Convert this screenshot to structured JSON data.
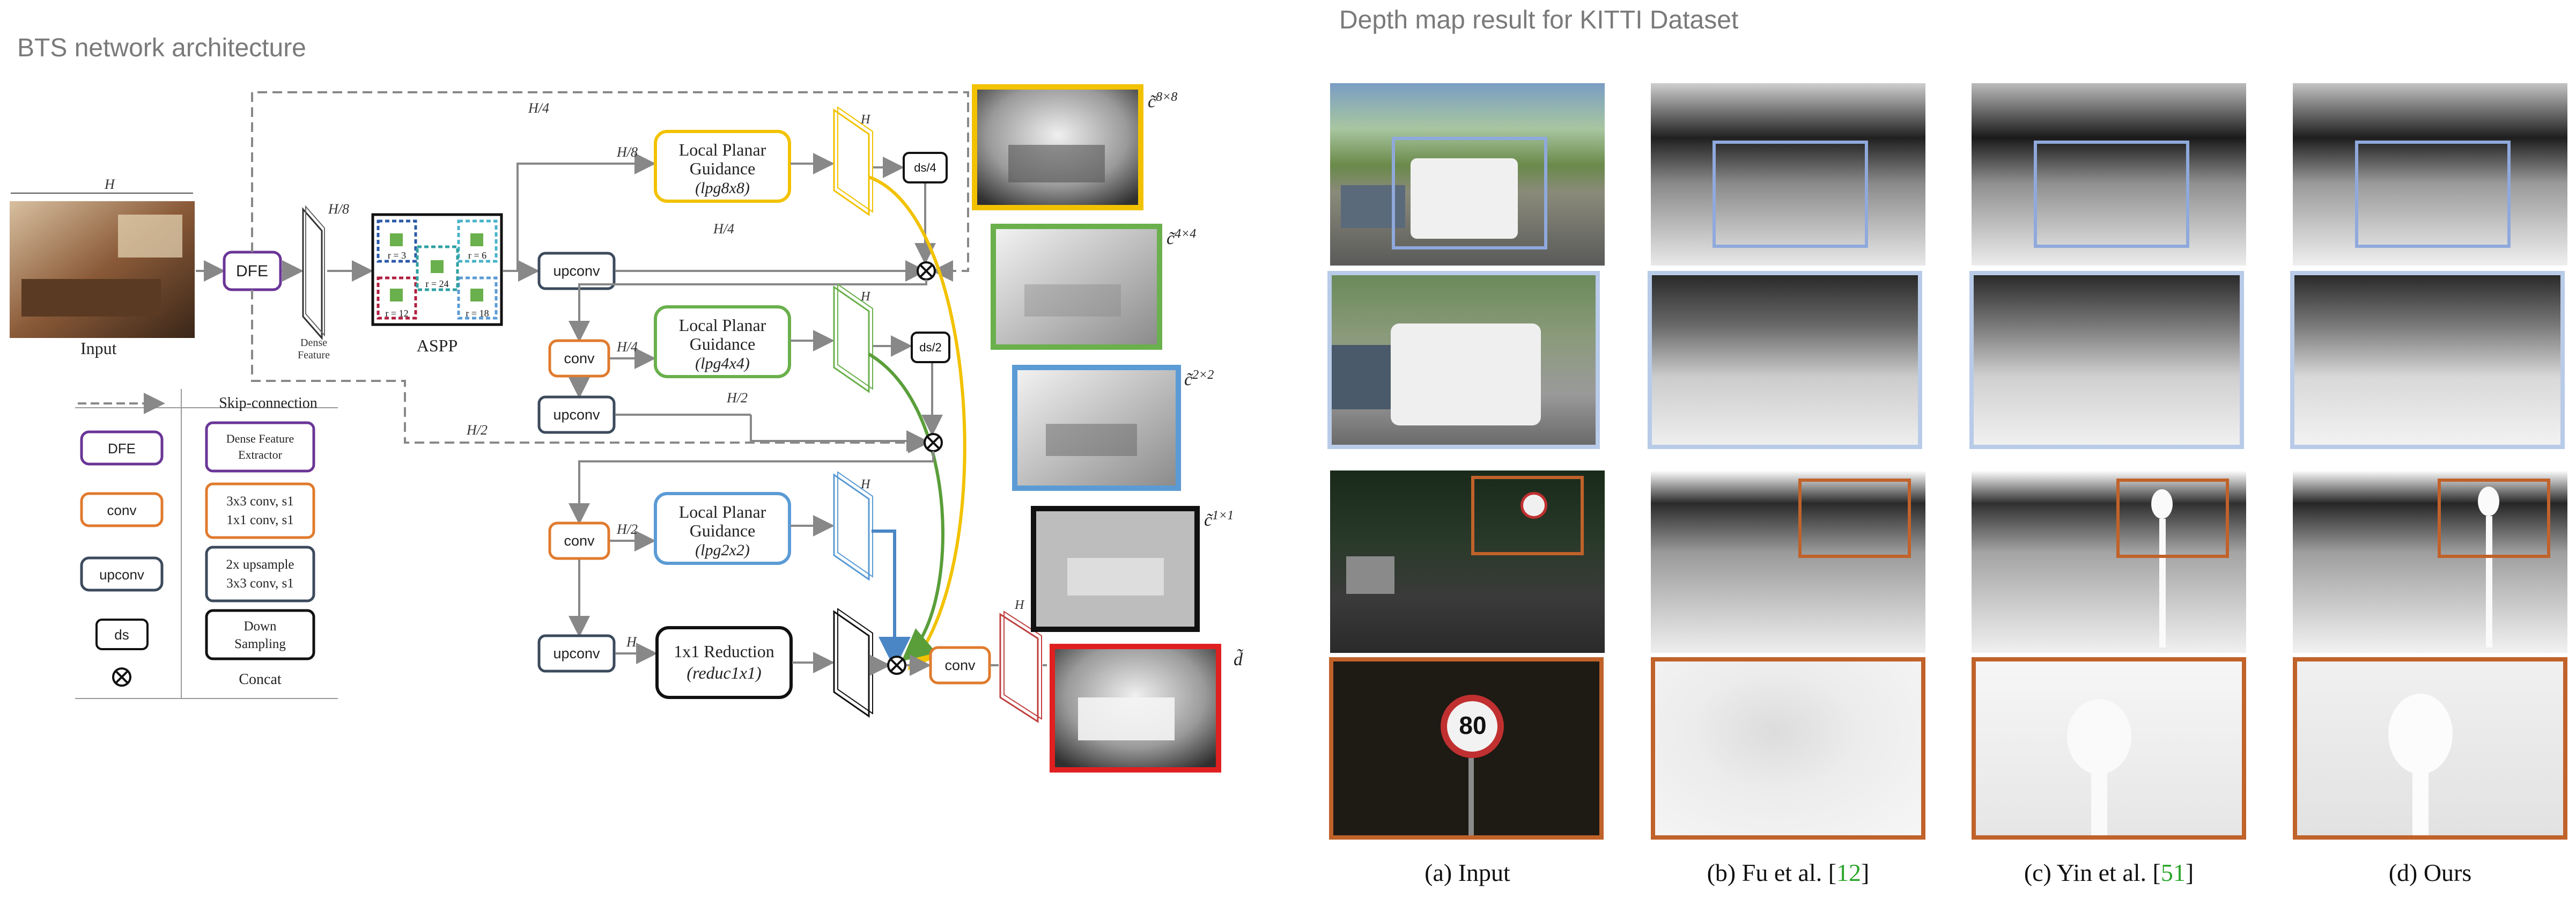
{
  "left_panel": {
    "title": "BTS network architecture",
    "input_label": "Input",
    "input_dim": "H",
    "dfe_label": "DFE",
    "dense_feature_label_line1": "Dense",
    "dense_feature_label_line2": "Feature",
    "dense_dim": "H/8",
    "aspp_label": "ASPP",
    "aspp_rates": [
      "r = 3",
      "r = 6",
      "r = 12",
      "r = 18",
      "r = 24"
    ],
    "skip_dims": [
      "H/4",
      "H/2"
    ],
    "upconv_label": "upconv",
    "conv_label": "conv",
    "lpg_label_line1": "Local Planar",
    "lpg_label_line2": "Guidance",
    "lpg_blocks": [
      "(lpg8x8)",
      "(lpg4x4)",
      "(lpg2x2)"
    ],
    "flow_dims": [
      "H/8",
      "H/4",
      "H/4",
      "H/2",
      "H/2",
      "H"
    ],
    "h_label": "H",
    "ds_labels": [
      "ds/4",
      "ds/2"
    ],
    "reduction_line1": "1x1 Reduction",
    "reduction_line2": "(reduc1x1)",
    "final_conv": "conv",
    "output_labels": [
      "c̃8×8",
      "c̃4×4",
      "c̃2×2",
      "c̃1×1",
      "d̃"
    ],
    "output_labels_base": "c̃",
    "output_sups": [
      "8×8",
      "4×4",
      "2×2",
      "1×1"
    ],
    "output_final": "d̃",
    "legend": {
      "skip": "Skip-connection",
      "dfe": "DFE",
      "dfe_desc_1": "Dense Feature",
      "dfe_desc_2": "Extractor",
      "conv": "conv",
      "conv_desc_1": "3x3 conv, s1",
      "conv_desc_2": "1x1 conv, s1",
      "upconv": "upconv",
      "upconv_desc_1": "2x upsample",
      "upconv_desc_2": "3x3 conv, s1",
      "ds": "ds",
      "ds_desc_1": "Down",
      "ds_desc_2": "Sampling",
      "concat": "Concat"
    }
  },
  "right_panel": {
    "title": "Depth map result for KITTI Dataset",
    "captions": [
      {
        "prefix": "(a) Input",
        "cite": "",
        "suffix": ""
      },
      {
        "prefix": "(b) Fu et al. [",
        "cite": "12",
        "suffix": "]"
      },
      {
        "prefix": "(c) Yin et al. [",
        "cite": "51",
        "suffix": "]"
      },
      {
        "prefix": "(d) Ours",
        "cite": "",
        "suffix": ""
      }
    ]
  },
  "colors": {
    "dfe": "#6a3596",
    "conv": "#e07b2e",
    "upconv": "#3c4a5c",
    "lpg8": "#f2c200",
    "lpg4": "#6ab04c",
    "lpg2": "#5b9bd5",
    "final": "#e02020",
    "roi_blue": "#8fa9dc",
    "roi_orange": "#c0622a",
    "cite": "#2aa52a"
  }
}
